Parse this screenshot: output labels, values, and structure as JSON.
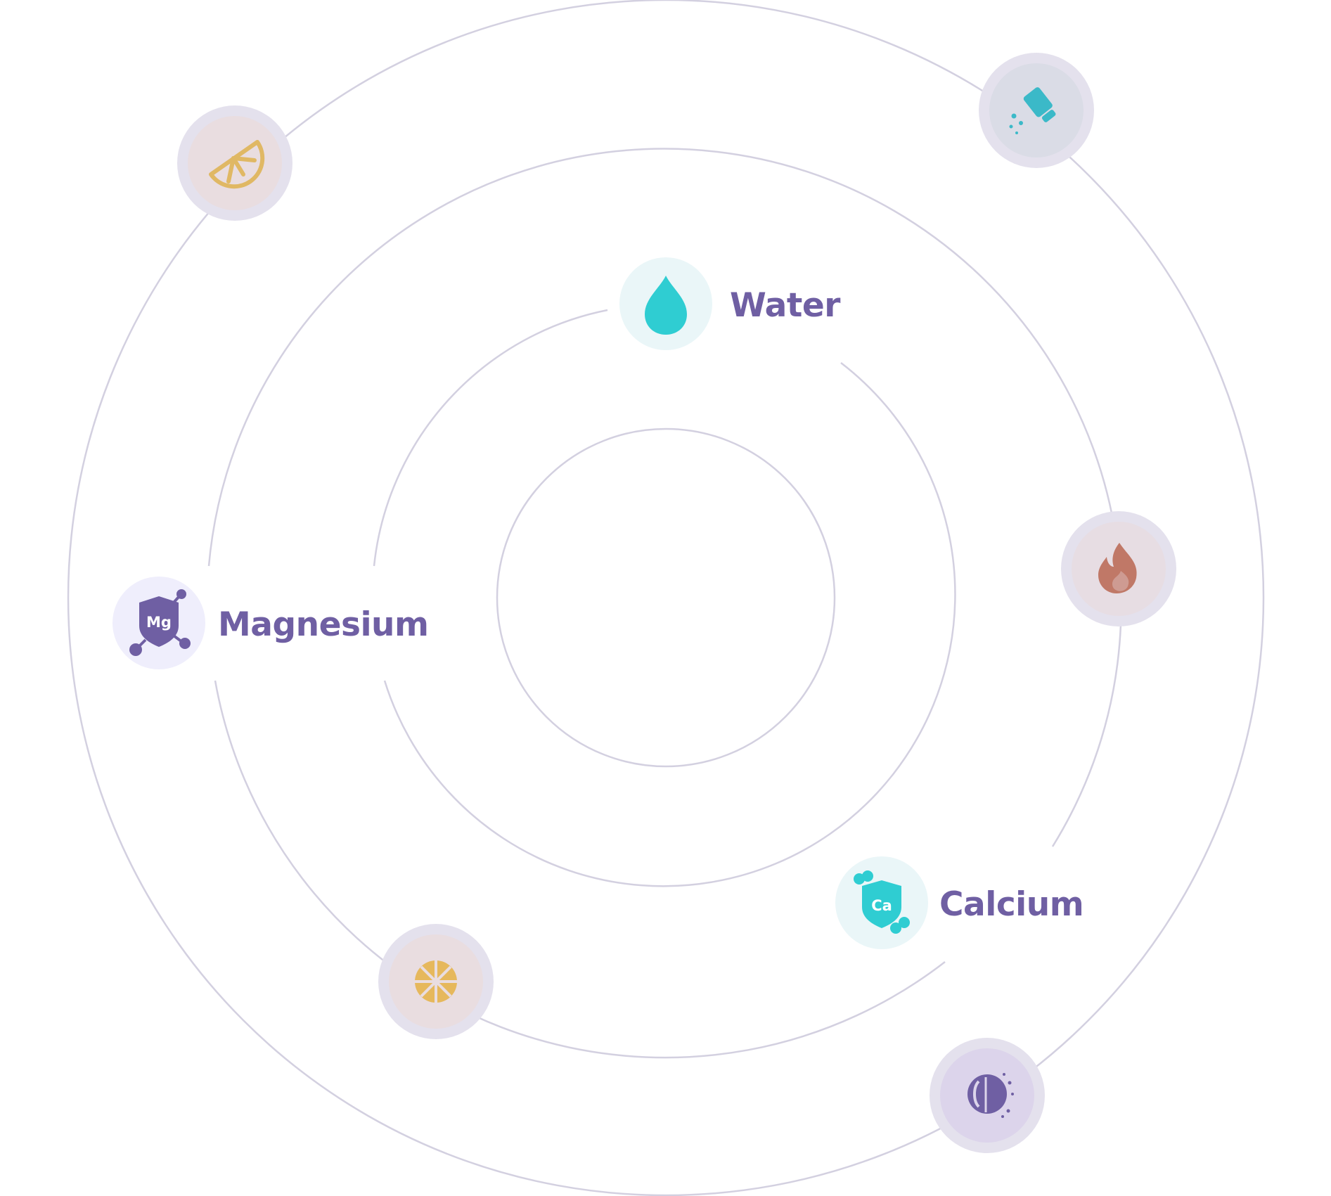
{
  "nutrients": {
    "water": {
      "label": "Water",
      "icon": "water-drop-icon",
      "color": "#2fcdd2"
    },
    "magnesium": {
      "label": "Magnesium",
      "icon": "magnesium-shield-icon",
      "symbol": "Mg",
      "color": "#6f5fa3"
    },
    "calcium": {
      "label": "Calcium",
      "icon": "calcium-bone-shield-icon",
      "symbol": "Ca",
      "color": "#2fcdd2"
    }
  },
  "orbit_icons": [
    {
      "icon": "lemon-wedge-icon",
      "color": "#e0b864"
    },
    {
      "icon": "salt-shaker-icon",
      "color": "#3bb9c8"
    },
    {
      "icon": "flame-icon",
      "color": "#c07867"
    },
    {
      "icon": "citrus-slice-icon",
      "color": "#e6b85c"
    },
    {
      "icon": "brain-head-icon",
      "color": "#6f5fa3"
    }
  ],
  "colors": {
    "ring": "#d3d0e0",
    "label": "#6f5fa3",
    "badge_outer": "#e2dfec"
  }
}
